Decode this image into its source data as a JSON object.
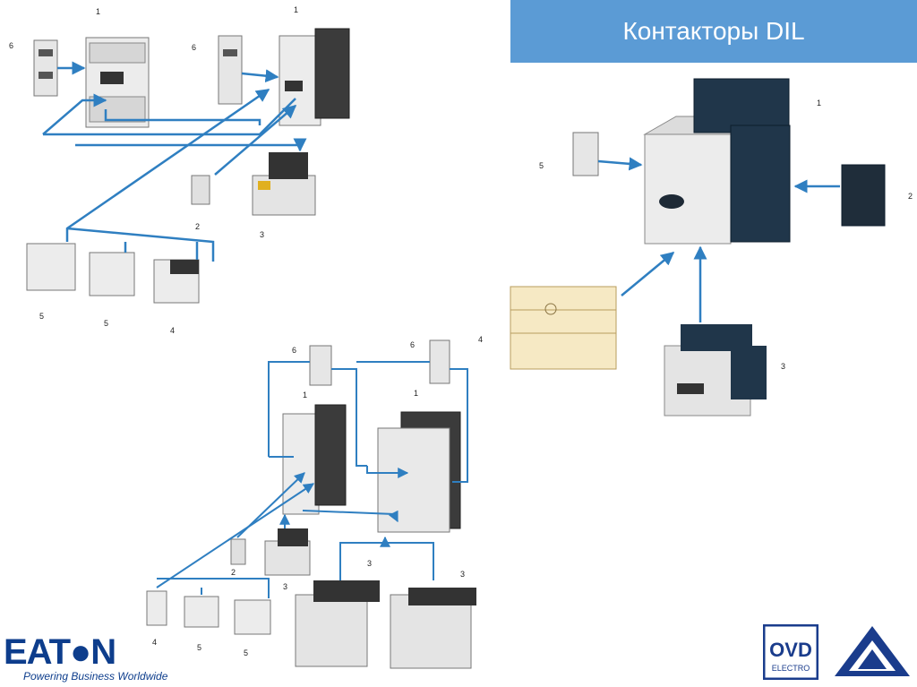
{
  "title": "Контакторы DIL",
  "labels": {
    "n1": "1",
    "n2": "2",
    "n3": "3",
    "n4": "4",
    "n5": "5",
    "n6": "6"
  },
  "logos": {
    "eaton": "EAT●N",
    "eaton_tagline": "Powering Business Worldwide",
    "ovd_top": "OVD",
    "ovd_bottom": "ELECTRO"
  },
  "colors": {
    "title_bg": "#5b9bd5",
    "connector": "#2f7fc1",
    "eaton_blue": "#0d3d8c"
  }
}
